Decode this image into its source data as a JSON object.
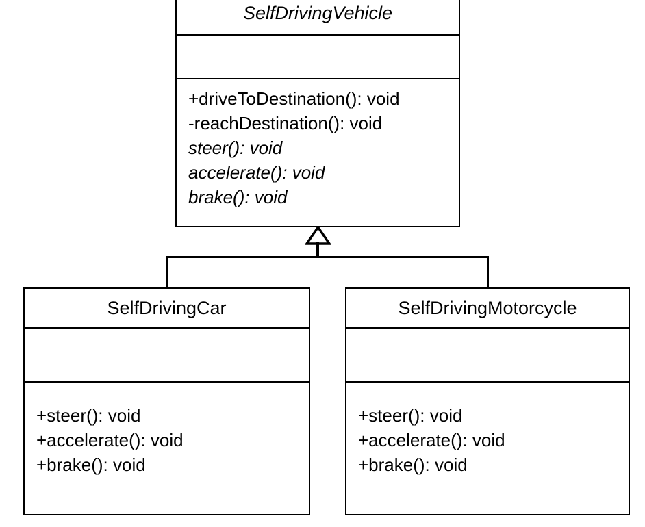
{
  "diagram": {
    "type": "uml-class-diagram",
    "relationship": "generalization",
    "classes": [
      {
        "id": "parent",
        "name": "SelfDrivingVehicle",
        "is_abstract": true,
        "attributes": [],
        "operations": [
          {
            "text": "+driveToDestination(): void",
            "visibility": "public",
            "is_abstract": false
          },
          {
            "text": "-reachDestination(): void",
            "visibility": "private",
            "is_abstract": false
          },
          {
            "text": "steer(): void",
            "visibility": "none",
            "is_abstract": true
          },
          {
            "text": "accelerate(): void",
            "visibility": "none",
            "is_abstract": true
          },
          {
            "text": "brake(): void",
            "visibility": "none",
            "is_abstract": true
          }
        ]
      },
      {
        "id": "car",
        "name": "SelfDrivingCar",
        "is_abstract": false,
        "attributes": [],
        "operations": [
          {
            "text": "+steer(): void",
            "visibility": "public",
            "is_abstract": false
          },
          {
            "text": "+accelerate(): void",
            "visibility": "public",
            "is_abstract": false
          },
          {
            "text": "+brake(): void",
            "visibility": "public",
            "is_abstract": false
          }
        ]
      },
      {
        "id": "motorcycle",
        "name": "SelfDrivingMotorcycle",
        "is_abstract": false,
        "attributes": [],
        "operations": [
          {
            "text": "+steer(): void",
            "visibility": "public",
            "is_abstract": false
          },
          {
            "text": "+accelerate(): void",
            "visibility": "public",
            "is_abstract": false
          },
          {
            "text": "+brake(): void",
            "visibility": "public",
            "is_abstract": false
          }
        ]
      }
    ],
    "colors": {
      "background": "#ffffff",
      "stroke": "#000000",
      "fill": "#ffffff",
      "text": "#000000"
    }
  }
}
